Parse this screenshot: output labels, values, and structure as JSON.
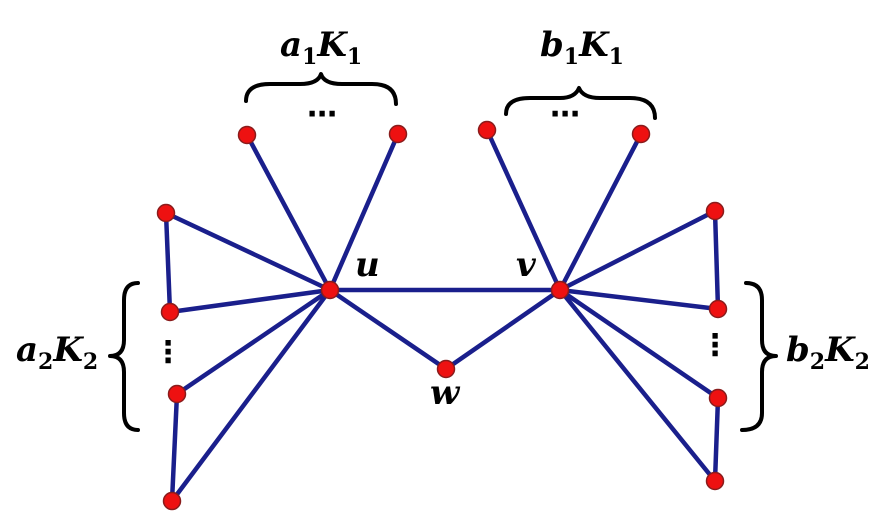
{
  "vertex_labels": {
    "u": "u",
    "v": "v",
    "w": "w"
  },
  "groups": {
    "a1": {
      "coef": "a",
      "coef_sub": "1",
      "graph": "K",
      "graph_sub": "1"
    },
    "b1": {
      "coef": "b",
      "coef_sub": "1",
      "graph": "K",
      "graph_sub": "1"
    },
    "a2": {
      "coef": "a",
      "coef_sub": "2",
      "graph": "K",
      "graph_sub": "2"
    },
    "b2": {
      "coef": "b",
      "coef_sub": "2",
      "graph": "K",
      "graph_sub": "2"
    }
  },
  "ellipsis": {
    "horizontal": "⋯",
    "vertical": "⋮"
  },
  "colors": {
    "edge": "#1a1f8c",
    "vertex": "#ee1111"
  }
}
